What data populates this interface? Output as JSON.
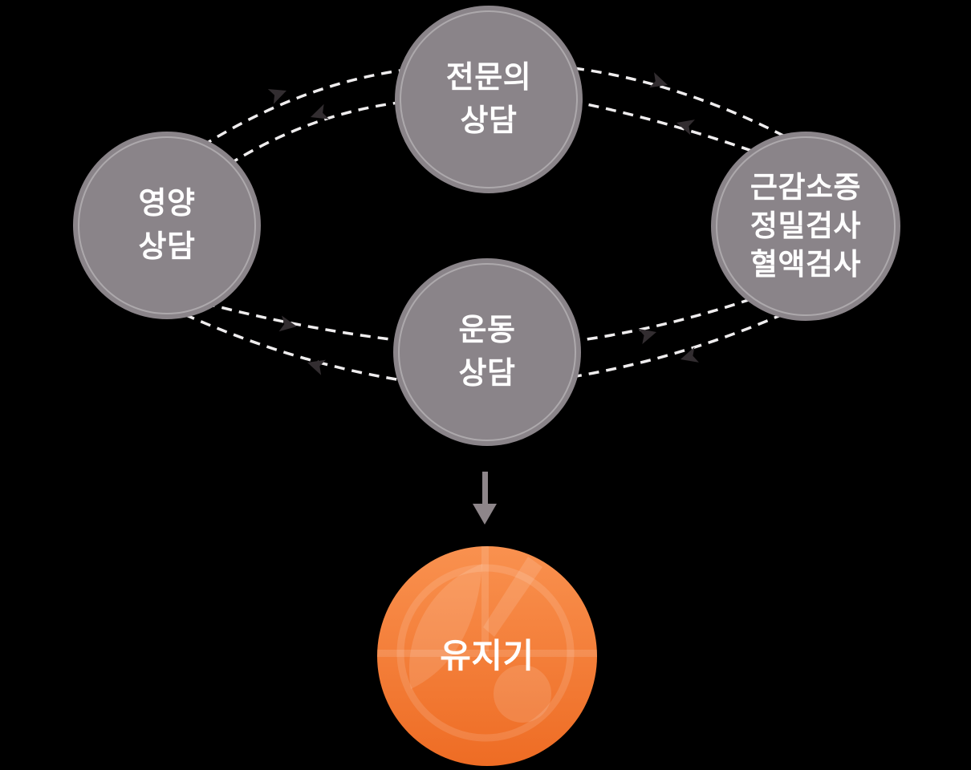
{
  "diagram": {
    "description": "Sarcopenia care program cycle diagram",
    "nodes": {
      "specialist": {
        "lines": [
          "전문의",
          "상담"
        ]
      },
      "nutrition": {
        "lines": [
          "영양",
          "상담"
        ]
      },
      "tests": {
        "lines": [
          "근감소증",
          "정밀검사",
          "혈액검사"
        ]
      },
      "exercise": {
        "lines": [
          "운동",
          "상담"
        ]
      },
      "maintenance": {
        "label": "유지기"
      }
    },
    "edges": [
      {
        "from": "영양 상담",
        "to": "전문의 상담",
        "type": "dashed-arc",
        "bidirectional": true
      },
      {
        "from": "전문의 상담",
        "to": "근감소증 정밀검사 혈액검사",
        "type": "dashed-arc",
        "bidirectional": true
      },
      {
        "from": "영양 상담",
        "to": "운동 상담",
        "type": "dashed-arc",
        "bidirectional": true
      },
      {
        "from": "운동 상담",
        "to": "근감소증 정밀검사 혈액검사",
        "type": "dashed-arc",
        "bidirectional": true
      },
      {
        "from": "운동 상담",
        "to": "유지기",
        "type": "solid-down-arrow",
        "bidirectional": false
      }
    ]
  },
  "colors": {
    "bg": "#000000",
    "node-gray": "#8a8489",
    "node-ring": "rgba(255,255,255,0.3)",
    "label": "#ffffff",
    "dash": "#efedee",
    "arrow": "#322d30",
    "down-arrow": "#8e868a",
    "orange-top": "#f9914f",
    "orange-bottom": "#ee6c24",
    "watermark": "rgba(255,255,255,0.13)"
  }
}
